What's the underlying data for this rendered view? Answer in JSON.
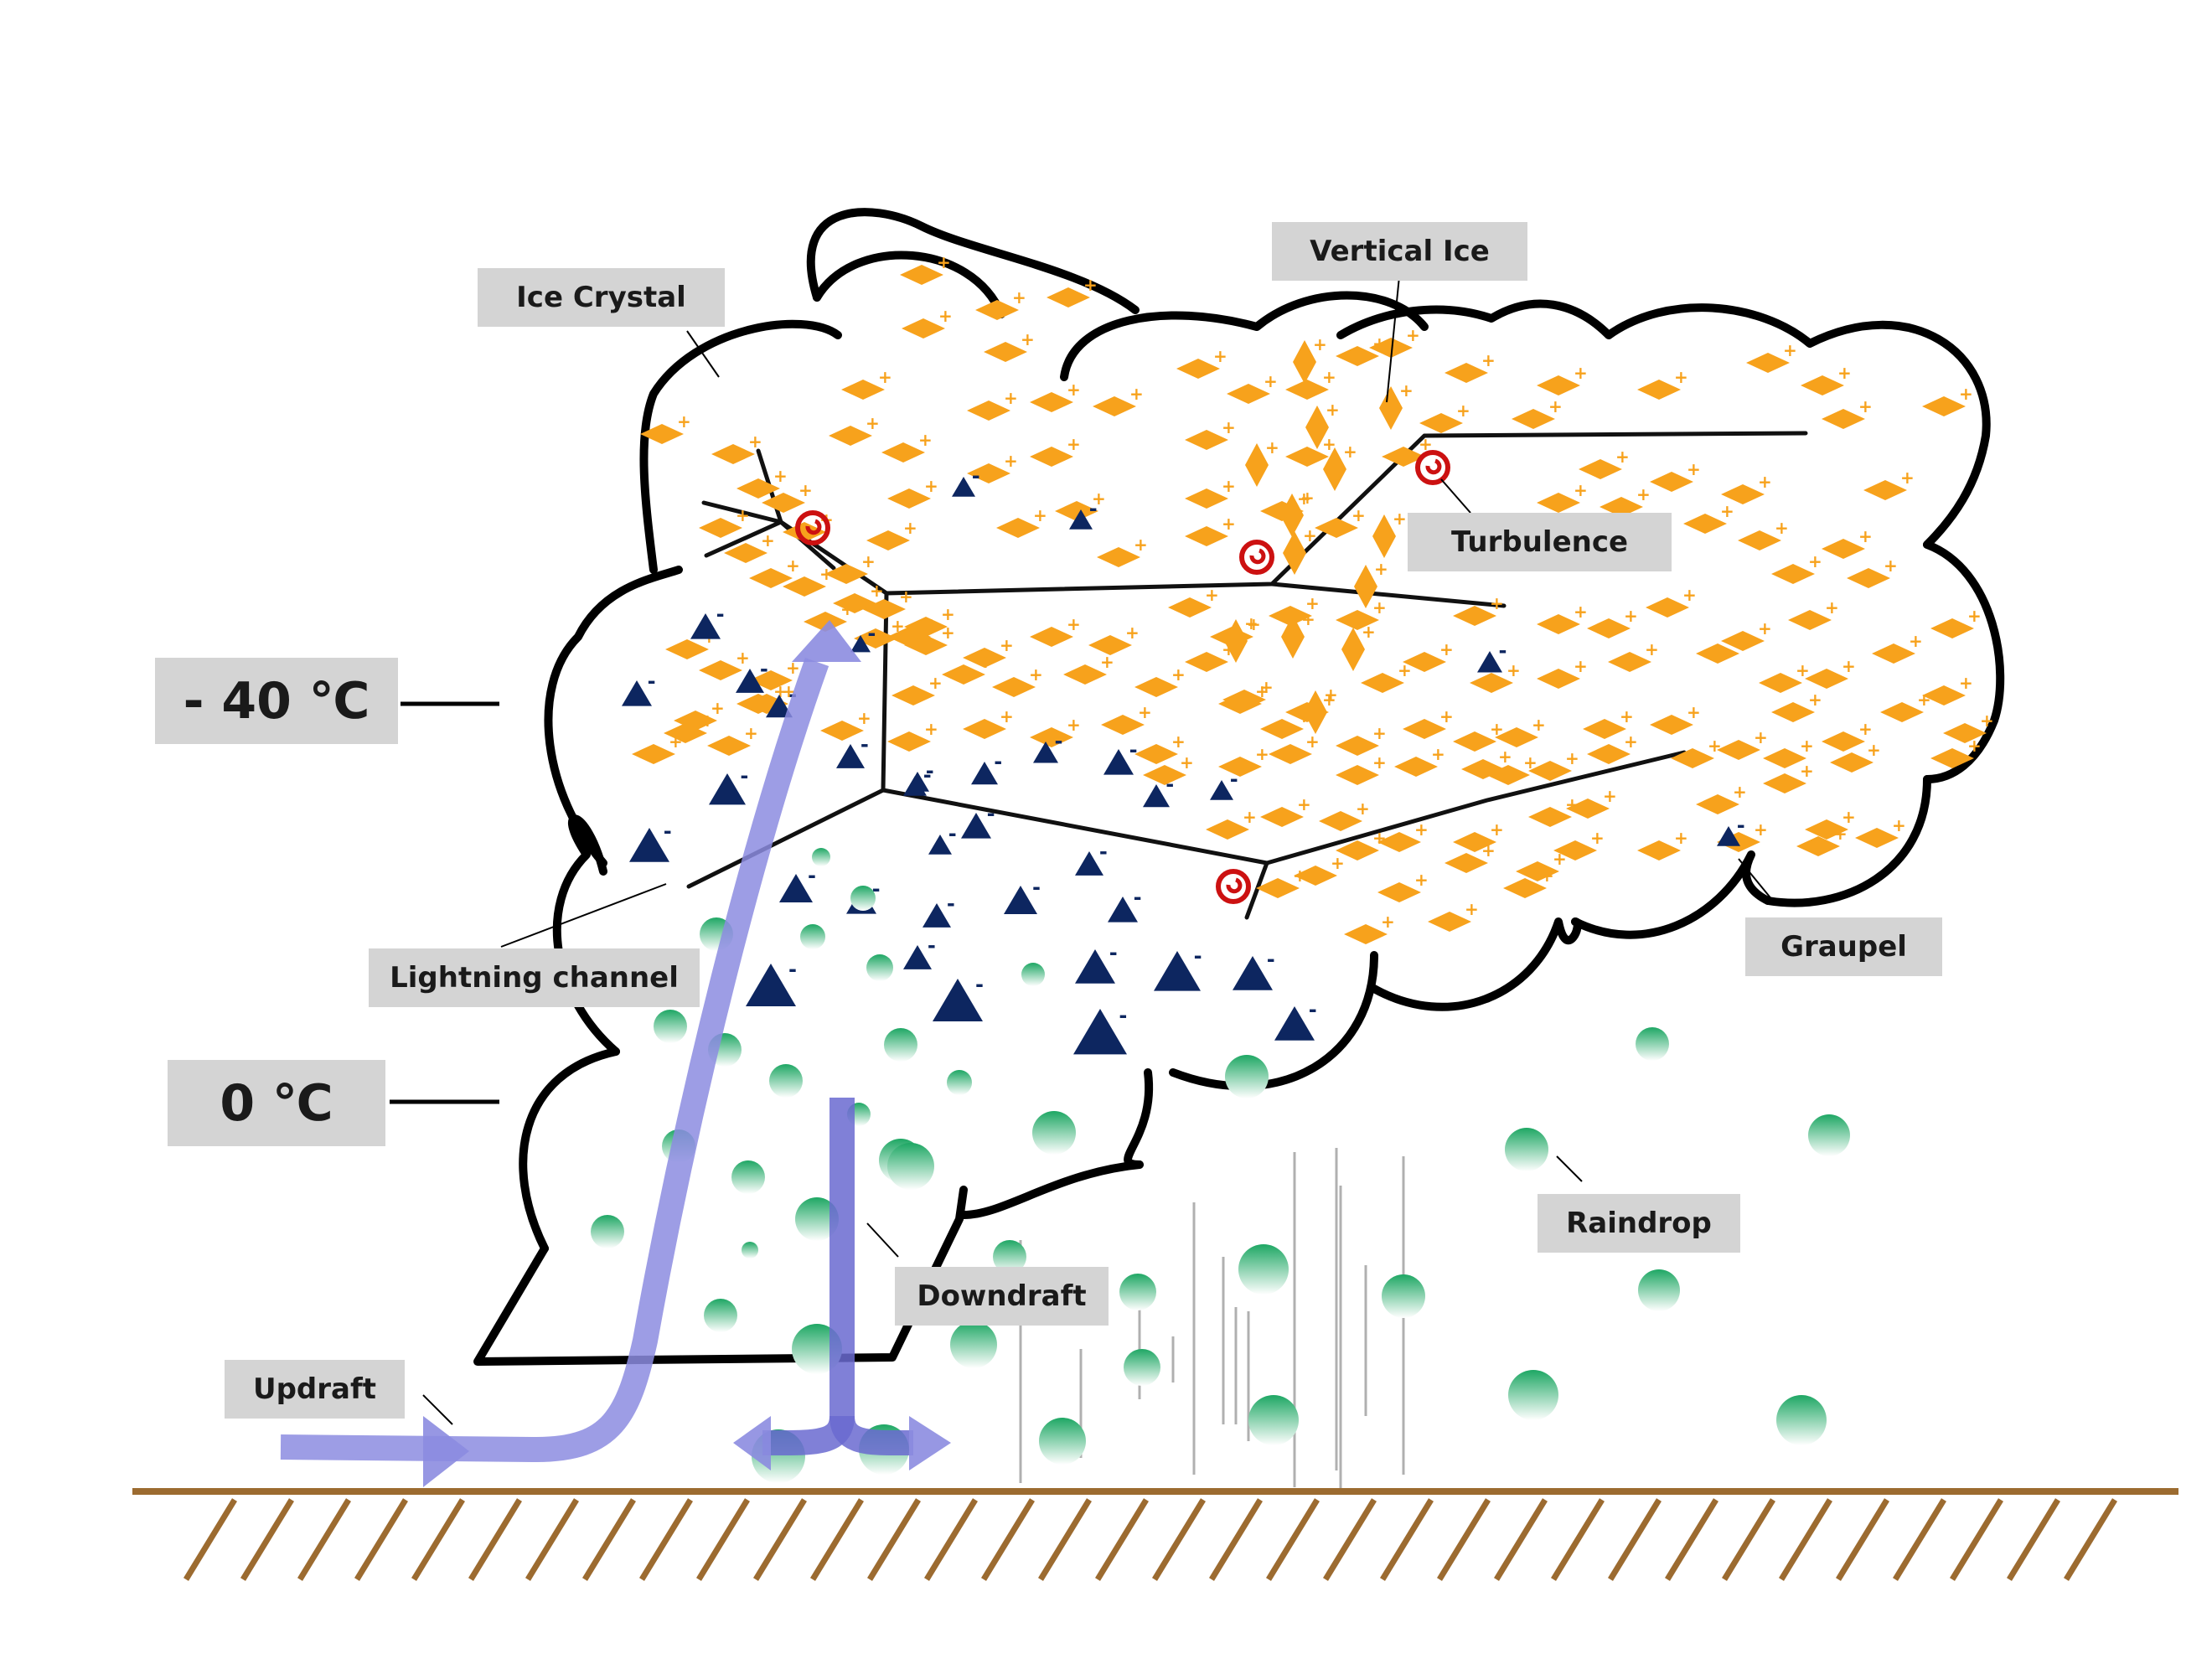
{
  "labels": {
    "ice_crystal": "Ice Crystal",
    "vertical_ice": "Vertical Ice",
    "turbulence": "Turbulence",
    "minus_40": "- 40 ℃",
    "zero": "0 ℃",
    "lightning_channel": "Lightning channel",
    "graupel": "Graupel",
    "raindrop": "Raindrop",
    "downdraft": "Downdraft",
    "updraft": "Updraft"
  },
  "symbols": {
    "ice_charge": "+",
    "graupel_charge": "-"
  },
  "colors": {
    "ice": "#f7a21c",
    "graupel": "#0d2660",
    "raindrop": "#1ea764",
    "turbulence": "#cc1111",
    "updraft": "#8c8ce0",
    "downdraft": "#6a6ad0",
    "ground": "#9c6b30",
    "label_bg": "#d4d4d4"
  }
}
